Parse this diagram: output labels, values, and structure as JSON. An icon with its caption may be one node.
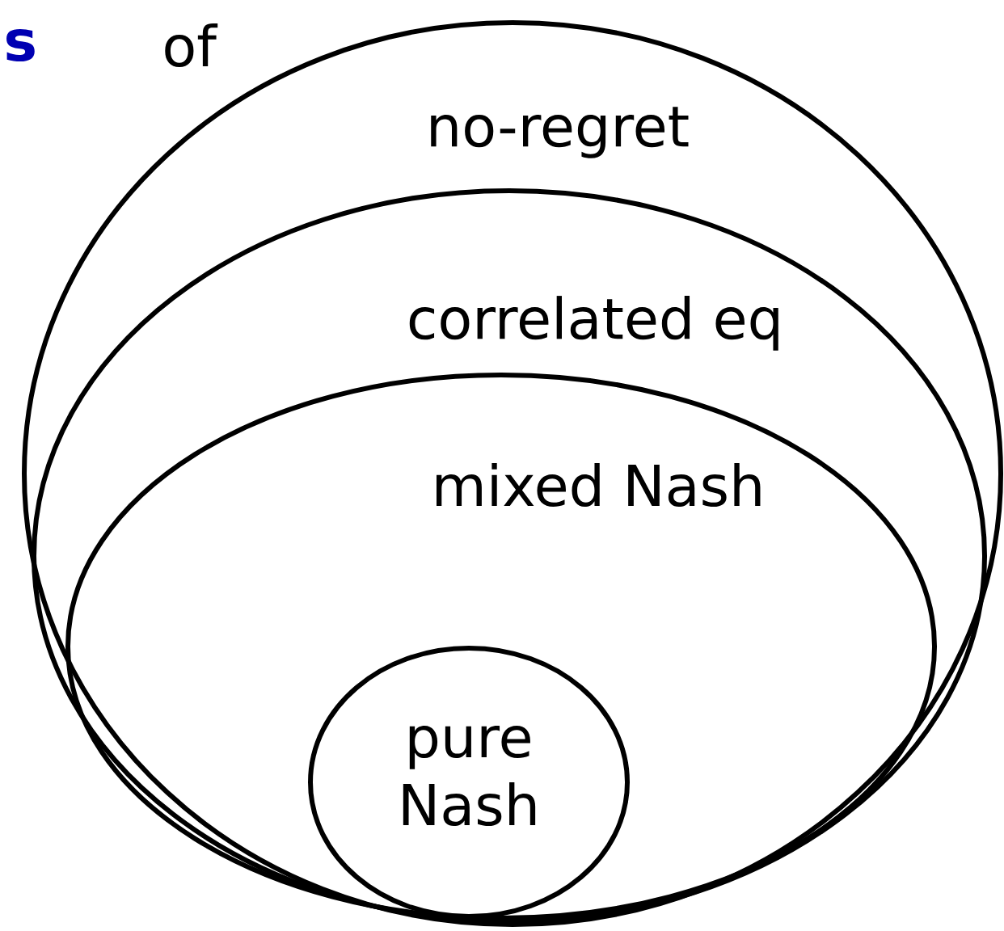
{
  "diagram": {
    "nodes": [
      {
        "text": [
          "no-regret"
        ]
      },
      {
        "text": [
          "correlated eq"
        ],
        "in": 0
      },
      {
        "text": [
          "mixed Nash"
        ],
        "in": 1
      },
      {
        "text": [
          "pure Nash"
        ],
        "in": 2
      }
    ],
    "labels": [
      "s",
      "of"
    ]
  }
}
